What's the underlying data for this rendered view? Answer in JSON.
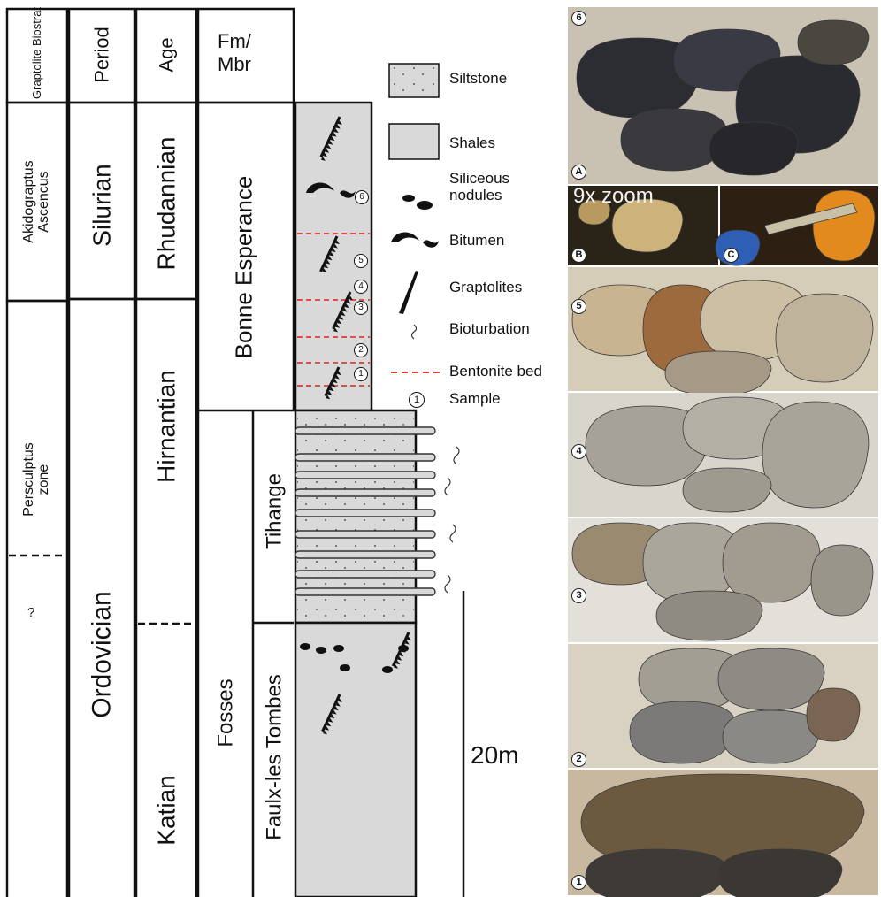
{
  "header": {
    "biostrat": "Graptolite Biostrat",
    "period": "Period",
    "age": "Age",
    "fm": "Fm/ Mbr"
  },
  "biostrat": {
    "upper": "Akidograptus Ascencus",
    "middle": "Persculptus zone",
    "lower": "?"
  },
  "period": {
    "upper": "Silurian",
    "lower": "Ordovician"
  },
  "age": {
    "upper": "Rhudannian",
    "middle": "Hirnantian",
    "lower": "Katian"
  },
  "formation": {
    "bonne": "Bonne Esperance",
    "fosses": "Fosses",
    "tihange": "Tihange",
    "faulx": "Faulx-les Tombes"
  },
  "legend": {
    "siltstone": "Siltstone",
    "shales": "Shales",
    "siliceous": "Siliceous nodules",
    "bitumen": "Bitumen",
    "graptolites": "Graptolites",
    "bioturbation": "Bioturbation",
    "bentonite": "Bentonite bed",
    "sample_num": "1",
    "sample": "Sample"
  },
  "samples_in_column": [
    "1",
    "2",
    "3",
    "4",
    "5",
    "6"
  ],
  "scale": {
    "label": "20m"
  },
  "photos": {
    "p6_label": "6",
    "pA_label": "A",
    "pB_label": "B",
    "pB_text": "9x zoom",
    "pC_label": "C",
    "p5_label": "5",
    "p4_label": "4",
    "p3_label": "3",
    "p2_label": "2",
    "p1_label": "1"
  },
  "colors": {
    "shale_fill": "#d9d9d9",
    "bentonite": "#e0201b",
    "ink": "#111111"
  }
}
